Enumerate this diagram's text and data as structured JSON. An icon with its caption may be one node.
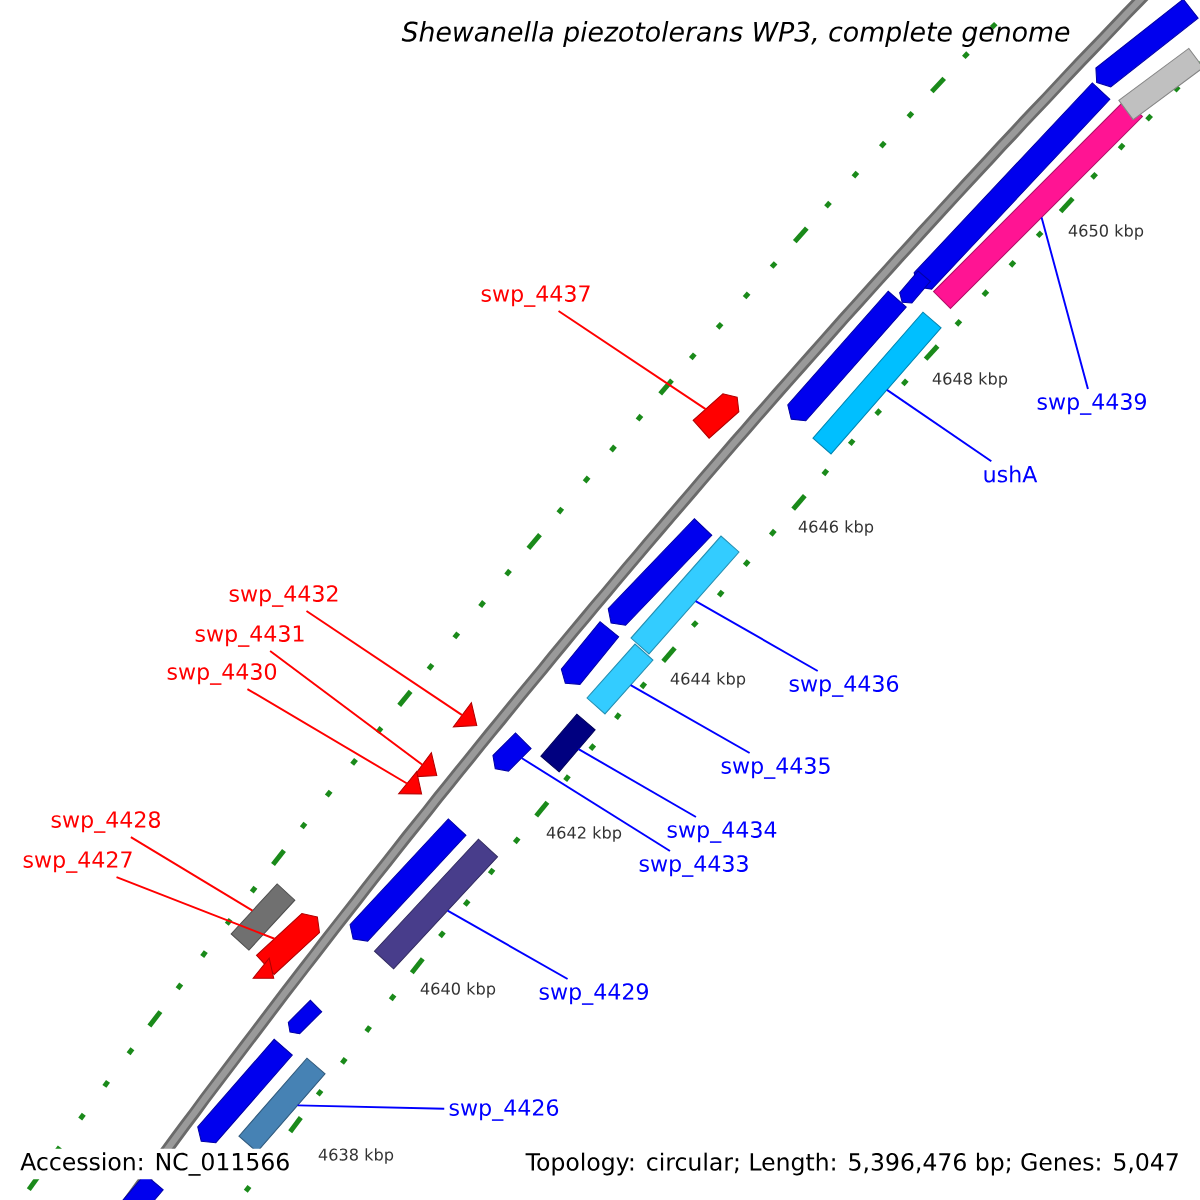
{
  "diagram": {
    "title": "Shewanella piezotolerans WP3, complete genome",
    "nodes": [
      {
        "text": [
          "swp_4437"
        ]
      },
      {
        "text": [],
        "shape": "pentagon"
      },
      {
        "text": [
          "swp_4439"
        ]
      },
      {
        "text": [],
        "shape": "bar"
      },
      {
        "text": [
          "ushA"
        ]
      },
      {
        "text": [],
        "shape": "bar"
      },
      {
        "text": [
          "swp_4432"
        ]
      },
      {
        "text": [],
        "shape": "triangle"
      },
      {
        "text": [
          "swp_4431"
        ]
      },
      {
        "text": [],
        "shape": "triangle"
      },
      {
        "text": [
          "swp_4430"
        ]
      },
      {
        "text": [],
        "shape": "triangle"
      },
      {
        "text": [
          "swp_4436"
        ]
      },
      {
        "text": [],
        "shape": "bar"
      },
      {
        "text": [
          "swp_4435"
        ]
      },
      {
        "text": [],
        "shape": "bar"
      },
      {
        "text": [
          "swp_4434"
        ]
      },
      {
        "text": [],
        "shape": "bar"
      },
      {
        "text": [
          "swp_4433"
        ]
      },
      {
        "text": [],
        "shape": "pentagon"
      },
      {
        "text": [
          "swp_4428"
        ]
      },
      {
        "text": [],
        "shape": "bar"
      },
      {
        "text": [
          "swp_4427"
        ]
      },
      {
        "text": [],
        "shape": "pentagon"
      },
      {
        "text": [
          "swp_4429"
        ]
      },
      {
        "text": [],
        "shape": "bar"
      },
      {
        "text": [
          "swp_4426"
        ]
      },
      {
        "text": [],
        "shape": "bar"
      },
      {
        "text": [],
        "shape": "pentagon"
      },
      {
        "text": [],
        "shape": "bar"
      },
      {
        "text": [],
        "shape": "pentagon"
      },
      {
        "text": [],
        "shape": "pentagon"
      },
      {
        "text": [],
        "shape": "pentagon"
      },
      {
        "text": [],
        "shape": "pentagon"
      },
      {
        "text": [],
        "shape": "pentagon"
      },
      {
        "text": [],
        "shape": "pentagon"
      },
      {
        "text": [],
        "shape": "triangle"
      },
      {
        "text": [],
        "shape": "pentagon"
      },
      {
        "text": [],
        "shape": "pentagon"
      },
      {
        "text": [],
        "shape": "bar"
      }
    ],
    "edges": [
      {
        "from": 0,
        "to": 1,
        "arrow": "none",
        "color": "#ff0000"
      },
      {
        "from": 2,
        "to": 3,
        "arrow": "none"
      },
      {
        "from": 4,
        "to": 5,
        "arrow": "none"
      },
      {
        "from": 6,
        "to": 7,
        "arrow": "none",
        "color": "#ff0000"
      },
      {
        "from": 8,
        "to": 9,
        "arrow": "none",
        "color": "#ff0000"
      },
      {
        "from": 10,
        "to": 11,
        "arrow": "none",
        "color": "#ff0000"
      },
      {
        "from": 12,
        "to": 13,
        "arrow": "none"
      },
      {
        "from": 14,
        "to": 15,
        "arrow": "none"
      },
      {
        "from": 16,
        "to": 17,
        "arrow": "none"
      },
      {
        "from": 18,
        "to": 19,
        "arrow": "none"
      },
      {
        "from": 20,
        "to": 21,
        "arrow": "none",
        "color": "#ff0000"
      },
      {
        "from": 22,
        "to": 23,
        "arrow": "none",
        "color": "#ff0000"
      },
      {
        "from": 24,
        "to": 25,
        "arrow": "none"
      },
      {
        "from": 26,
        "to": 27,
        "arrow": "none"
      }
    ],
    "labels": [
      "4650 kbp",
      "4648 kbp",
      "4646 kbp",
      "4644 kbp",
      "4642 kbp",
      "4640 kbp",
      "4638 kbp",
      "Accession: NC_011566",
      "Topology: circular; Length: 5,396,476 bp; Genes: 5,047"
    ]
  }
}
